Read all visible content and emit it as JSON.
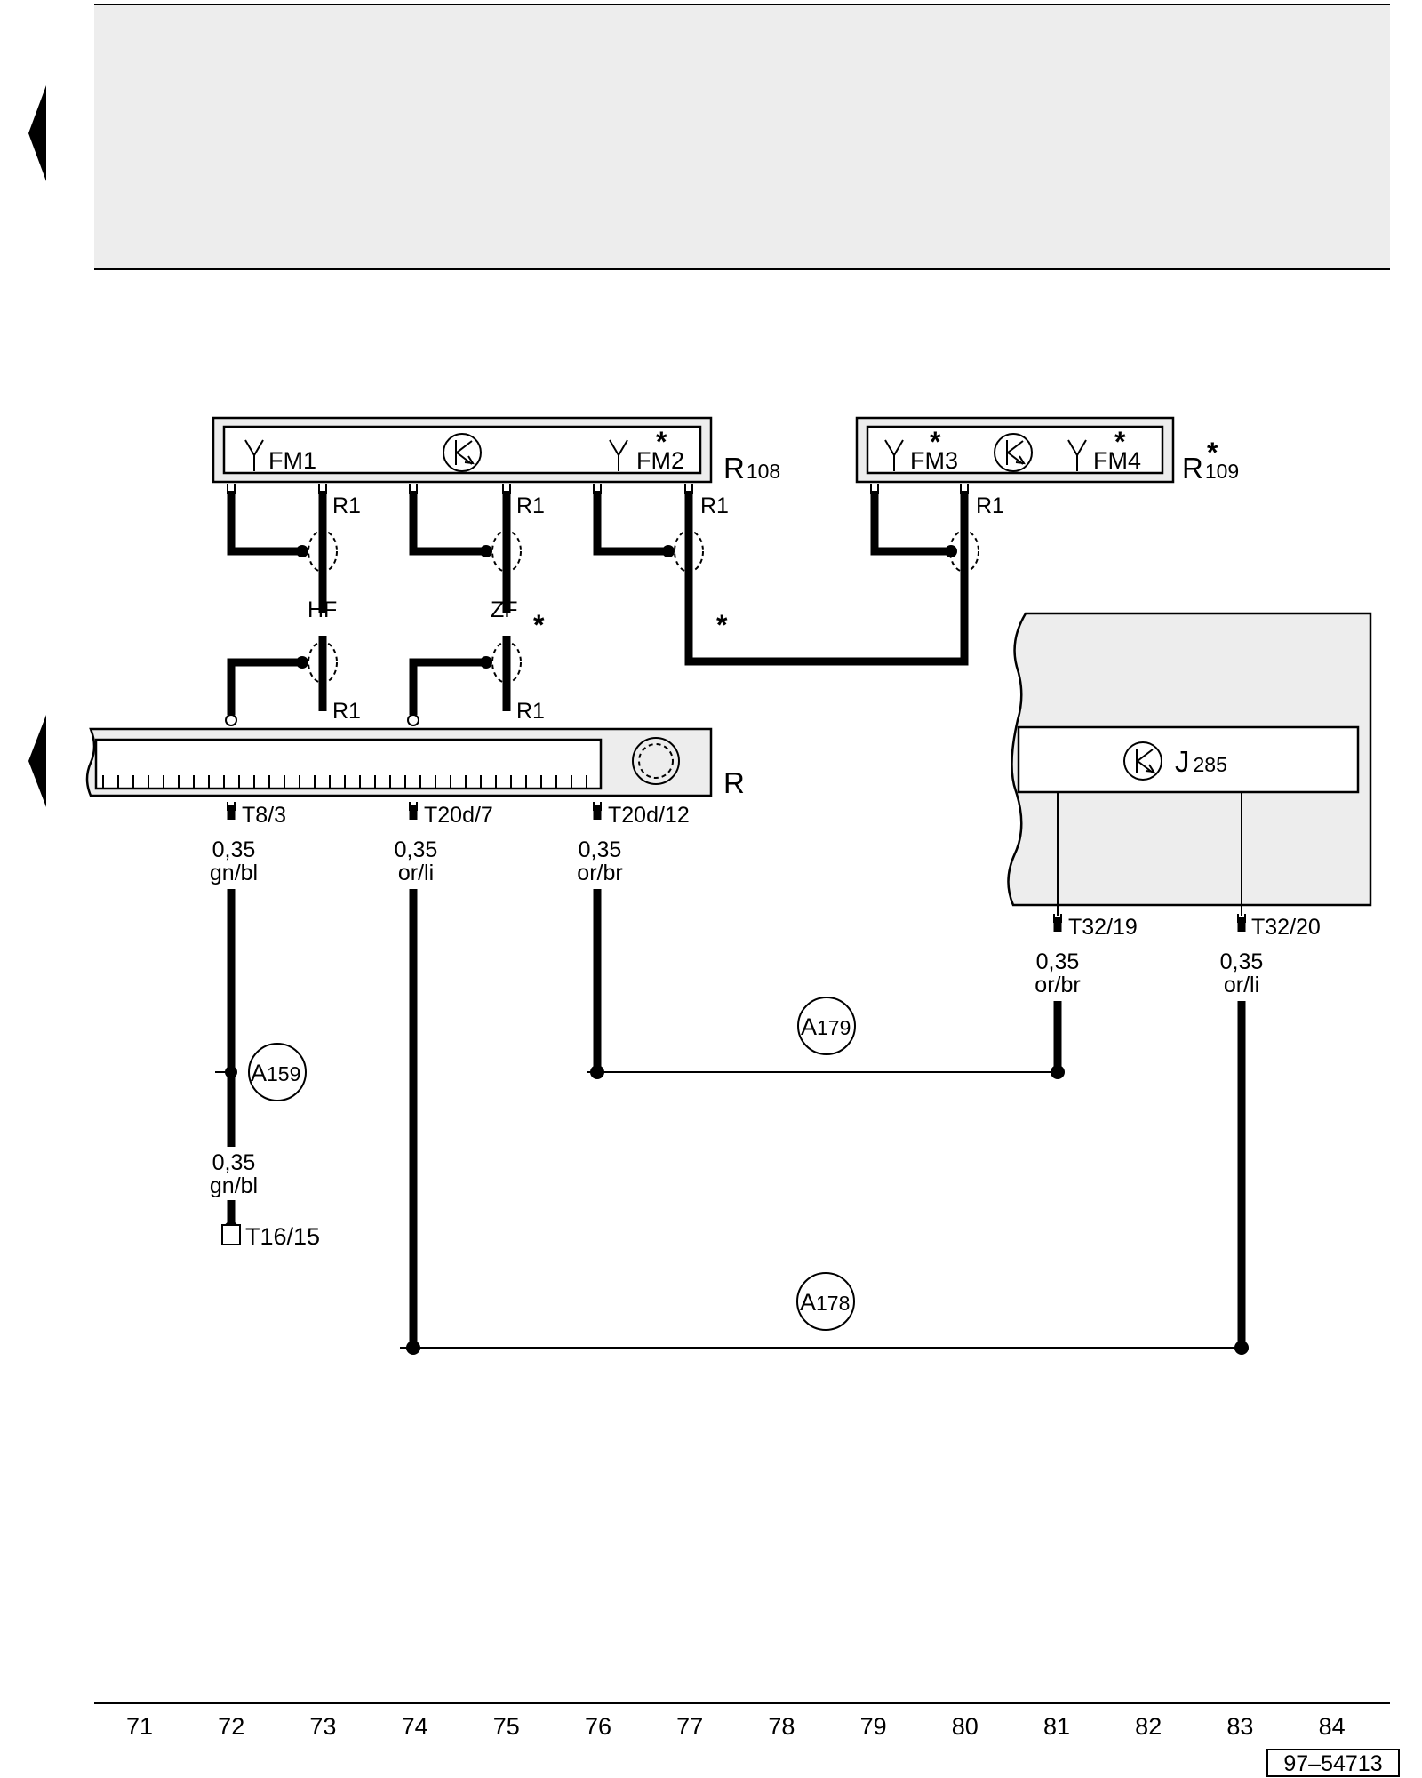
{
  "components": {
    "r108": {
      "label": "R",
      "sub": "108"
    },
    "r109": {
      "label": "R",
      "sub": "109",
      "star": "*"
    },
    "radio": {
      "label": "R"
    },
    "j285": {
      "label": "J",
      "sub": "285"
    }
  },
  "antennas": {
    "fm1": "FM1",
    "fm2": "FM2",
    "fm3": "FM3",
    "fm4": "FM4"
  },
  "pins": {
    "r1": "R1",
    "t8_3": "T8/3",
    "t20d_7": "T20d/7",
    "t20d_12": "T20d/12",
    "t32_19": "T32/19",
    "t32_20": "T32/20",
    "t16_15": "T16/15"
  },
  "signals": {
    "hf": "HF",
    "zf": "ZF",
    "star": "*"
  },
  "wires": {
    "w1": {
      "size": "0,35",
      "color": "gn/bl"
    },
    "w2": {
      "size": "0,35",
      "color": "or/li"
    },
    "w3": {
      "size": "0,35",
      "color": "or/br"
    },
    "w4": {
      "size": "0,35",
      "color": "or/br"
    },
    "w5": {
      "size": "0,35",
      "color": "or/li"
    },
    "w6": {
      "size": "0,35",
      "color": "gn/bl"
    }
  },
  "connections": {
    "a159": {
      "label": "A",
      "sub": "159"
    },
    "a179": {
      "label": "A",
      "sub": "179"
    },
    "a178": {
      "label": "A",
      "sub": "178"
    }
  },
  "columns": [
    "71",
    "72",
    "73",
    "74",
    "75",
    "76",
    "77",
    "78",
    "79",
    "80",
    "81",
    "82",
    "83",
    "84"
  ],
  "doc_number": "97–54713"
}
